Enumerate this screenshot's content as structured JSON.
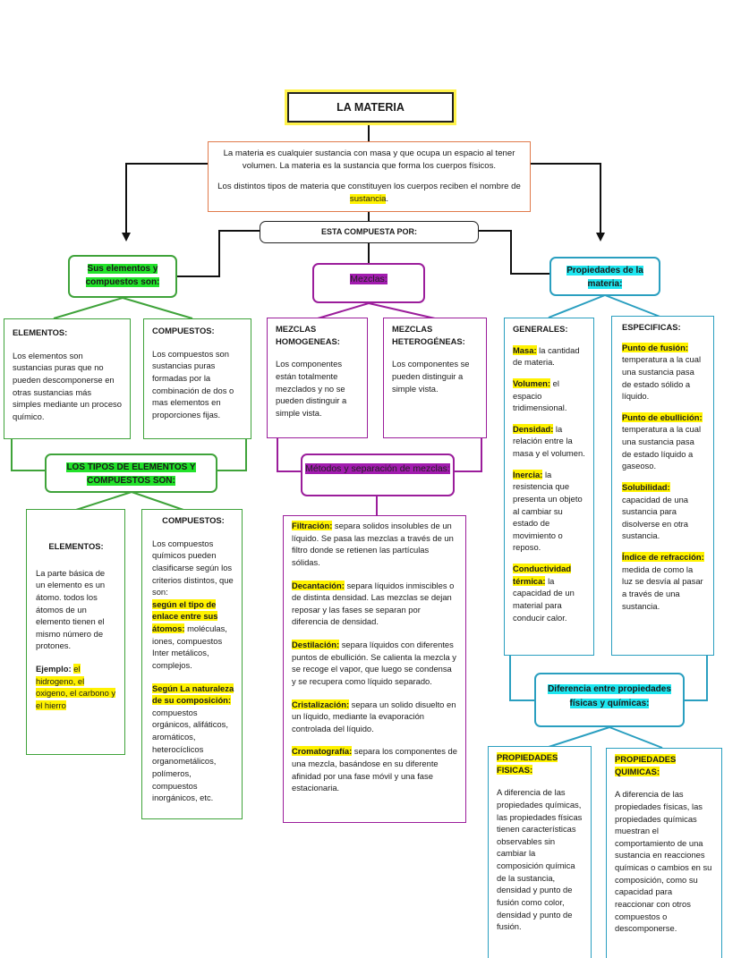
{
  "title": "LA MATERIA",
  "definition": {
    "p1": "La materia es cualquier sustancia con masa y que ocupa un espacio al tener volumen. La materia es la sustancia que forma los cuerpos físicos.",
    "p2_pre": "Los distintos tipos de materia que constituyen los cuerpos reciben el nombre de ",
    "p2_hl": "sustancia",
    "p2_post": "."
  },
  "composed_by": "ESTA COMPUESTA POR:",
  "left": {
    "header": "Sus elementos y compuestos son:",
    "elementos": {
      "title": "ELEMENTOS:",
      "text": "Los elementos son sustancias puras que no pueden descomponerse en otras sustancias más simples mediante un proceso químico."
    },
    "compuestos": {
      "title": "COMPUESTOS:",
      "text": "Los compuestos son sustancias puras formadas por la combinación de dos o mas elementos en proporciones fijas."
    },
    "tipos_header": "LOS TIPOS DE ELEMENTOS Y COMPUESTOS SON:",
    "tipos_elementos": {
      "title": "ELEMENTOS:",
      "text": "La parte básica de un elemento es un átomo. todos los átomos de un elemento tienen el mismo número de protones.",
      "ejemplo_label": "Ejemplo:",
      "ejemplo_hl1": "el hidrogeno, el oxigeno, el carbono y el hierro"
    },
    "tipos_compuestos": {
      "title": "COMPUESTOS:",
      "intro": "Los compuestos químicos pueden clasificarse según los criterios distintos, que son:",
      "c1_hl": "según el tipo de enlace entre sus átomos:",
      "c1_text": " moléculas, iones, compuestos Inter metálicos, complejos.",
      "c2_hl": "Según La naturaleza de su composición:",
      "c2_text": " compuestos orgánicos, alifáticos, aromáticos, heterocíclicos organometálicos, polímeros, compuestos inorgánicos, etc."
    }
  },
  "middle": {
    "header": "Mezclas:",
    "homo": {
      "title": "MEZCLAS HOMOGENEAS:",
      "text": "Los componentes están totalmente mezclados y no se pueden distinguir a simple vista."
    },
    "hetero": {
      "title": "MEZCLAS HETEROGÉNEAS:",
      "text": "Los componentes se pueden distinguir a simple vista."
    },
    "metodos_header": "Métodos y separación de mezclas:",
    "metodos": [
      {
        "name": "Filtración:",
        "text": " separa solidos insolubles de un líquido. Se pasa las mezclas a través de un filtro donde se retienen las partículas sólidas."
      },
      {
        "name": "Decantación:",
        "text": " separa líquidos inmiscibles o de distinta densidad. Las mezclas se dejan reposar y las fases se separan por diferencia de densidad."
      },
      {
        "name": "Destilación:",
        "text": " separa líquidos con diferentes puntos de ebullición. Se calienta la mezcla y se recoge el vapor, que luego se condensa y se recupera como líquido separado."
      },
      {
        "name": "Cristalización:",
        "text": " separa un solido disuelto en un líquido, mediante la evaporación controlada del líquido."
      },
      {
        "name": "Cromatografía:",
        "text": " separa los componentes de una mezcla, basándose en su diferente afinidad por una fase móvil y una fase estacionaria."
      }
    ]
  },
  "right": {
    "header": "Propiedades de la materia:",
    "generales": {
      "title": "GENERALES:",
      "items": [
        {
          "name": "Masa:",
          "text": " la cantidad de materia."
        },
        {
          "name": "Volumen:",
          "text": " el espacio tridimensional."
        },
        {
          "name": "Densidad:",
          "text": " la relación entre la masa y el volumen."
        },
        {
          "name": "Inercia:",
          "text": "  la resistencia que presenta un objeto al cambiar su estado de movimiento o reposo."
        },
        {
          "name": "Conductividad térmica:",
          "text": " la capacidad de un material para conducir calor."
        }
      ]
    },
    "especificas": {
      "title": "ESPECIFICAS:",
      "items": [
        {
          "name": "Punto de fusión:",
          "text": " temperatura a la cual una sustancia pasa de estado sólido a líquido."
        },
        {
          "name": "Punto de ebullición:",
          "text": " temperatura a la cual una sustancia pasa de estado líquido a gaseoso."
        },
        {
          "name": "Solubilidad:",
          "text": " capacidad de una sustancia para disolverse en otra sustancia."
        },
        {
          "name": "Índice de refracción:",
          "text": " medida de como la luz se desvía al pasar a través de una sustancia."
        }
      ]
    },
    "diferencia_header": "Diferencia entre propiedades físicas y químicas:",
    "fisicas": {
      "title": "PROPIEDADES FISICAS:",
      "text": "A diferencia de las propiedades químicas, las propiedades físicas tienen características observables sin cambiar la composición química de la sustancia, densidad y punto de fusión como color, densidad y punto de fusión."
    },
    "quimicas": {
      "title": "PROPIEDADES QUIMICAS:",
      "text": "A diferencia de las propiedades físicas, las propiedades químicas muestran el comportamiento de una sustancia en reacciones químicas o cambios en su composición, como su capacidad para reaccionar con otros compuestos o descomponerse."
    }
  },
  "colors": {
    "title_border": "#fff24a",
    "def_border": "#e07a4a",
    "green": "#3fa33a",
    "purple": "#9b1d9b",
    "blue": "#2a9fc0"
  }
}
